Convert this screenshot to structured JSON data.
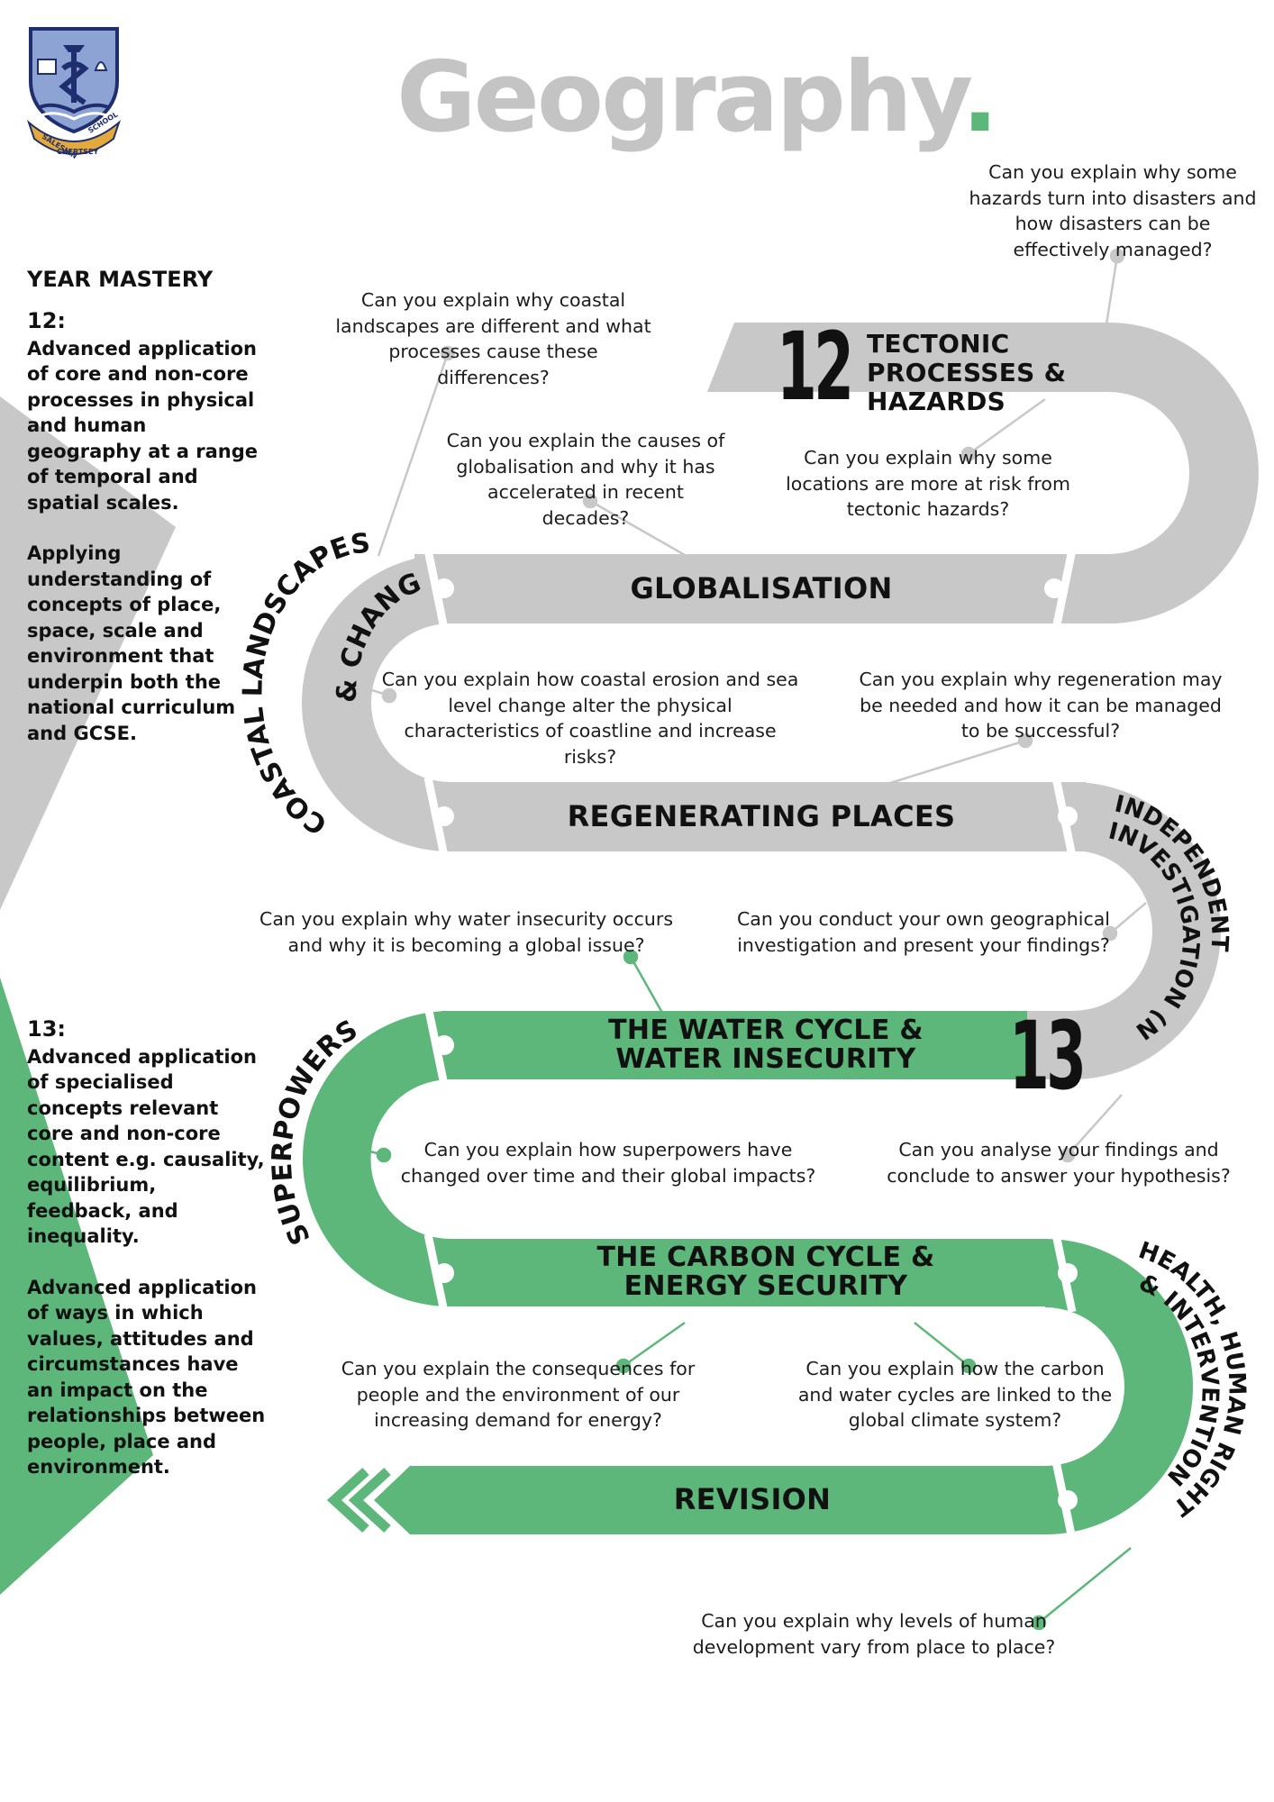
{
  "header": {
    "title": "Geography",
    "title_dot": ".",
    "school_logo_text": [
      "SALESIAN",
      "SCHOOL",
      "CHERTSEY"
    ]
  },
  "sidebar": {
    "heading": "YEAR MASTERY",
    "year12": {
      "label": "12:",
      "p1": "Advanced application of core and non-core processes in physical and human geography at a range of temporal and spatial scales.",
      "p2": "Applying understanding of concepts of place, space, scale and environment that underpin both the national curriculum and GCSE."
    },
    "year13": {
      "label": "13:",
      "p1": "Advanced application of specialised concepts relevant core and non-core content e.g. causality, equilibrium, feedback, and inequality.",
      "p2": "Advanced application of ways in which values, attitudes and circumstances have an impact on the relationships between people, place and environment."
    }
  },
  "markers": {
    "year12": "12",
    "year13": "13"
  },
  "topics": {
    "tectonic": "TECTONIC PROCESSES & HAZARDS",
    "globalisation": "GLOBALISATION",
    "coastal": "COASTAL LANDSCAPES & CHANGE",
    "regenerating": "REGENERATING PLACES",
    "nea": "INDEPENDENT INVESTIGATION (NEA)",
    "water": "THE WATER CYCLE & WATER INSECURITY",
    "superpowers": "SUPERPOWERS",
    "carbon": "THE CARBON CYCLE & ENERGY SECURITY",
    "health": "HEALTH, HUMAN RIGHTS & INTERVENTION",
    "revision": "REVISION"
  },
  "questions": {
    "hazards_disasters": "Can you explain why some hazards turn into disasters and how disasters can be effectively managed?",
    "coastal_landscapes": "Can you explain why coastal landscapes are different and what processes cause these differences?",
    "globalisation_causes": "Can you explain the causes of globalisation and why it has accelerated in recent decades?",
    "tectonic_risk": "Can you explain why some locations are more at risk from tectonic hazards?",
    "coastal_erosion": "Can you explain how coastal erosion and sea level change alter the physical characteristics of coastline and increase risks?",
    "regeneration": "Can you explain why regeneration may be needed and how it can be managed to be successful?",
    "water_insecurity": "Can you explain why water insecurity occurs and why it is becoming a global issue?",
    "own_investigation": "Can you conduct your own geographical investigation and present your findings?",
    "superpowers_change": "Can you explain how superpowers have changed over time and their global impacts?",
    "analyse_findings": "Can you analyse your findings and conclude to answer your hypothesis?",
    "energy_demand": "Can you explain the consequences for people and the environment of our increasing demand for energy?",
    "carbon_water_link": "Can you explain how the carbon and water cycles are linked to the global climate system?",
    "human_development": "Can you explain why levels of human development vary from place to place?"
  },
  "colors": {
    "grey": "#c8c8c9",
    "green": "#5db77a",
    "title_grey": "#c4c4c4",
    "logo_blue": "#8da3d4",
    "logo_navy": "#1f2e6e",
    "logo_gold": "#e4a93b"
  }
}
